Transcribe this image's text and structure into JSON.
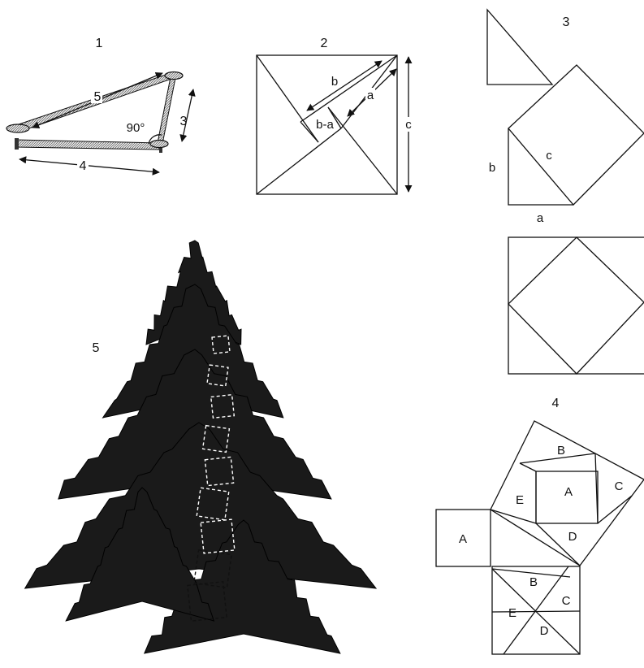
{
  "panels": {
    "p1": {
      "number": "1",
      "side_long": "5",
      "side_bottom": "4",
      "side_short": "3",
      "angle": "90°"
    },
    "p2": {
      "number": "2",
      "label_b": "b",
      "label_a": "a",
      "label_ba": "b-a",
      "label_c": "c"
    },
    "p3": {
      "number": "3",
      "label_b": "b",
      "label_c": "c",
      "label_a": "a"
    },
    "p4": {
      "number": "4",
      "pieces": [
        "B",
        "A",
        "C",
        "E",
        "D",
        "A",
        "B",
        "C",
        "E",
        "D"
      ]
    },
    "p5": {
      "number": "5"
    }
  }
}
